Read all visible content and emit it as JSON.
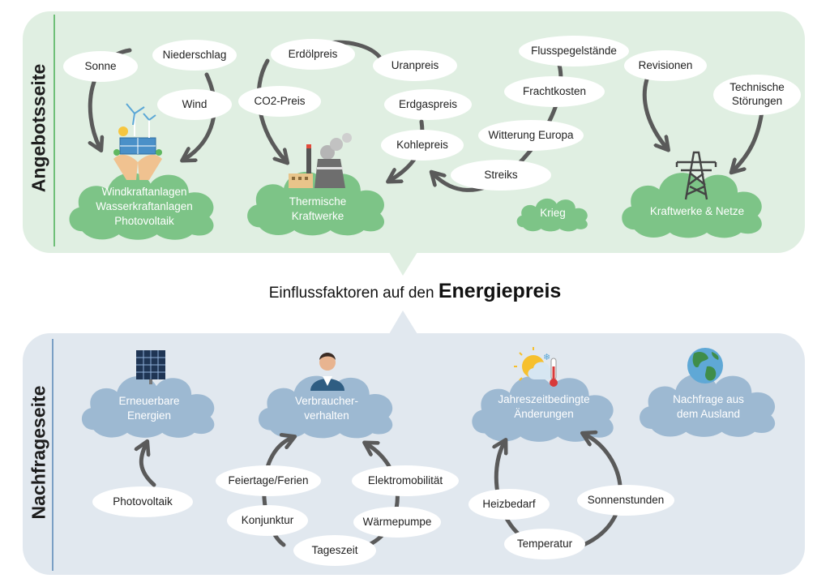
{
  "title": {
    "prefix": "Einflussfaktoren auf den",
    "emphasis": "Energiepreis"
  },
  "supply": {
    "heading": "Angebotsseite",
    "clouds": [
      {
        "lines": [
          "Windkraftanlagen",
          "Wasserkraftanlagen",
          "Photovoltaik"
        ]
      },
      {
        "lines": [
          "Thermische",
          "Kraftwerke"
        ]
      },
      {
        "lines": [
          "Krieg"
        ]
      },
      {
        "lines": [
          "Kraftwerke & Netze"
        ]
      }
    ],
    "factors": [
      "Sonne",
      "Niederschlag",
      "Wind",
      "Erdölpreis",
      "Uranpreis",
      "CO2-Preis",
      "Erdgaspreis",
      "Kohlepreis",
      "Flusspegelstände",
      "Frachtkosten",
      "Witterung Europa",
      "Streiks",
      "Revisionen",
      "Technische Störungen"
    ]
  },
  "demand": {
    "heading": "Nachfrageseite",
    "clouds": [
      {
        "lines": [
          "Erneuerbare",
          "Energien"
        ]
      },
      {
        "lines": [
          "Verbraucher-",
          "verhalten"
        ]
      },
      {
        "lines": [
          "Jahreszeitbedingte",
          "Änderungen"
        ]
      },
      {
        "lines": [
          "Nachfrage aus",
          "dem Ausland"
        ]
      }
    ],
    "factors": [
      "Photovoltaik",
      "Feiertage/Ferien",
      "Elektromobilität",
      "Konjunktur",
      "Wärmepumpe",
      "Tageszeit",
      "Heizbedarf",
      "Sonnenstunden",
      "Temperatur"
    ]
  },
  "colors": {
    "supply_bg": "#e0efe2",
    "demand_bg": "#e1e8ef",
    "supply_cloud": "#7dc487",
    "demand_cloud": "#9db9d2",
    "arrow": "#5a5a5a",
    "supply_line": "#6fbf78",
    "demand_line": "#7a9fc4"
  },
  "icons": [
    "renewables-icon",
    "power-plant-icon",
    "pylon-icon",
    "solar-panel-icon",
    "consumer-icon",
    "weather-icon",
    "globe-icon"
  ]
}
